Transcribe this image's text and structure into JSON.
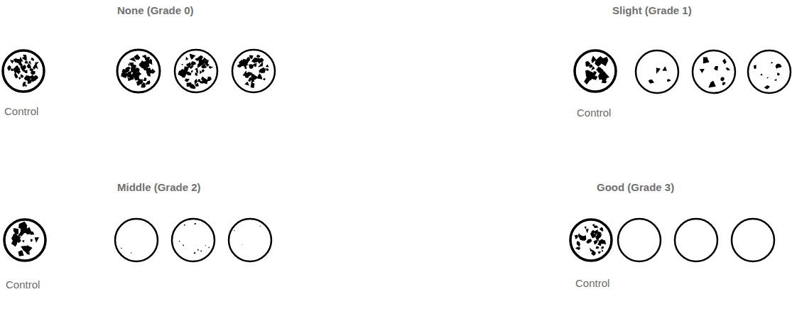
{
  "diagram": {
    "labels": [
      "None (Grade 0)",
      "Control",
      "Slight (Grade 1)",
      "Control",
      "Middle (Grade 2)",
      "Control",
      "Good (Grade 3)",
      "Control"
    ]
  }
}
